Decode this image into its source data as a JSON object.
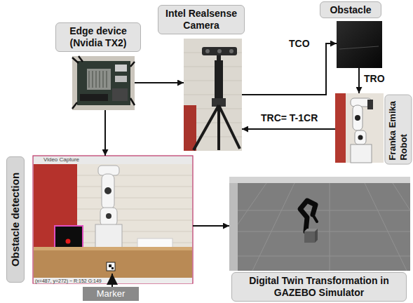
{
  "diagram": {
    "nodes": [
      {
        "text": [
          "Edge device (Nvidia TX2)"
        ]
      },
      {
        "text": [
          "Intel Realsense Camera"
        ]
      },
      {
        "text": [
          "Obstacle"
        ]
      },
      {
        "text": [
          "Franka Emika Robot"
        ]
      },
      {
        "text": [
          "Obstacle detection"
        ]
      },
      {
        "text": [
          "Digital Twin Transformation in GAZEBO Simulator"
        ]
      }
    ],
    "edges": [
      {
        "from": 0,
        "to": 1,
        "arrow": "to"
      },
      {
        "from": 1,
        "to": 2,
        "label": "TCO",
        "arrow": "to"
      },
      {
        "from": 2,
        "to": 3,
        "label": "TRO",
        "arrow": "to"
      },
      {
        "from": 3,
        "to": 1,
        "label": "TRC= T-1CR",
        "arrow": "to"
      },
      {
        "from": 0,
        "to": 4,
        "arrow": "to"
      },
      {
        "from": 4,
        "to": 5,
        "arrow": "to"
      }
    ],
    "labels": [
      "Marker",
      "Video Capture",
      "(x=487, y=272) ~ R:152 G:149"
    ]
  }
}
